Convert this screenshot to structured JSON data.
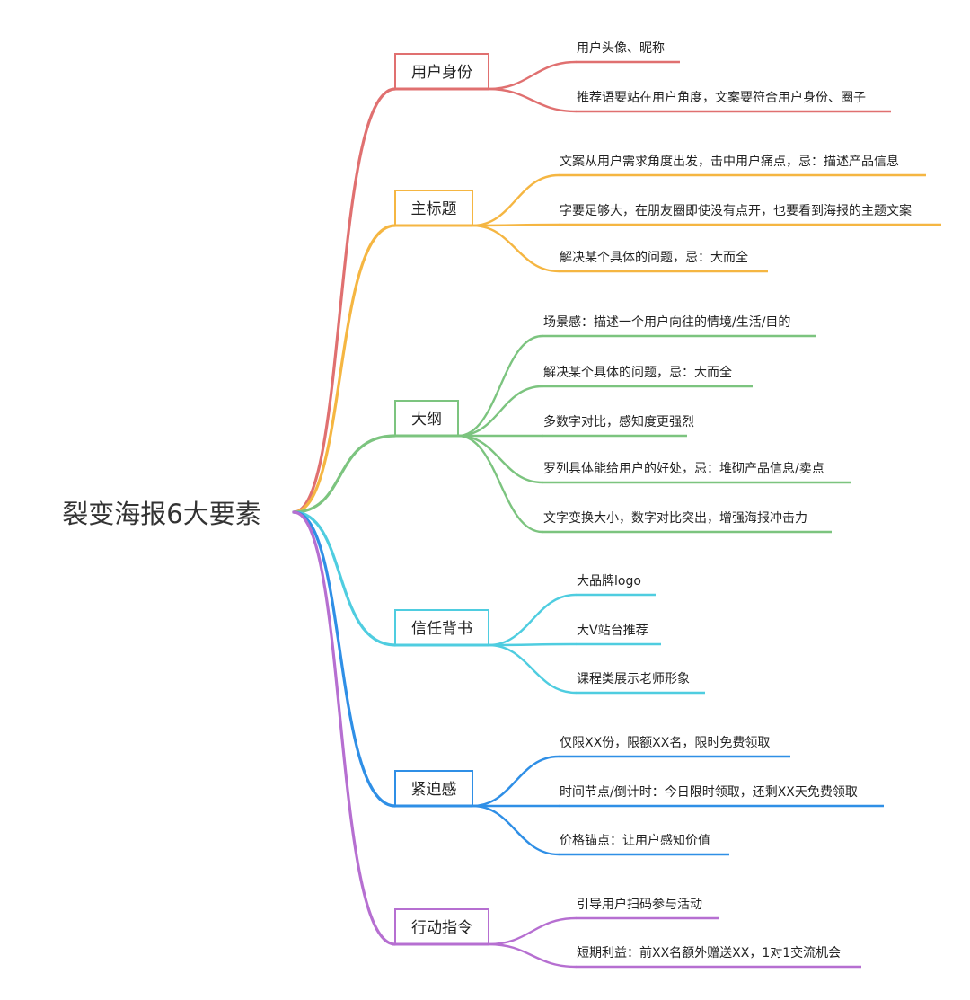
{
  "root": {
    "title": "裂变海报6大要素"
  },
  "branches": [
    {
      "id": "user-identity",
      "label": "用户身份",
      "color": "#e07070",
      "items": [
        "用户头像、昵称",
        "推荐语要站在用户角度，文案要符合用户身份、圈子"
      ]
    },
    {
      "id": "main-title",
      "label": "主标题",
      "color": "#f5b642",
      "items": [
        "文案从用户需求角度出发，击中用户痛点，忌：描述产品信息",
        "字要足够大，在朋友圈即使没有点开，也要看到海报的主题文案",
        "解决某个具体的问题，忌：大而全"
      ]
    },
    {
      "id": "outline",
      "label": "大纲",
      "color": "#7cc47f",
      "items": [
        "场景感：描述一个用户向往的情境/生活/目的",
        "解决某个具体的问题，忌：大而全",
        "多数字对比，感知度更强烈",
        "罗列具体能给用户的好处，忌：堆砌产品信息/卖点",
        "文字变换大小，数字对比突出，增强海报冲击力"
      ]
    },
    {
      "id": "trust",
      "label": "信任背书",
      "color": "#4fcde0",
      "items": [
        "大品牌logo",
        "大V站台推荐",
        "课程类展示老师形象"
      ]
    },
    {
      "id": "urgency",
      "label": "紧迫感",
      "color": "#2f8fe6",
      "items": [
        "仅限XX份，限额XX名，限时免费领取",
        "时间节点/倒计时：今日限时领取，还剩XX天免费领取",
        "价格锚点：让用户感知价值"
      ]
    },
    {
      "id": "call-to-action",
      "label": "行动指令",
      "color": "#b66fd1",
      "items": [
        "引导用户扫码参与活动",
        "短期利益：前XX名额外赠送XX，1对1交流机会"
      ]
    }
  ]
}
